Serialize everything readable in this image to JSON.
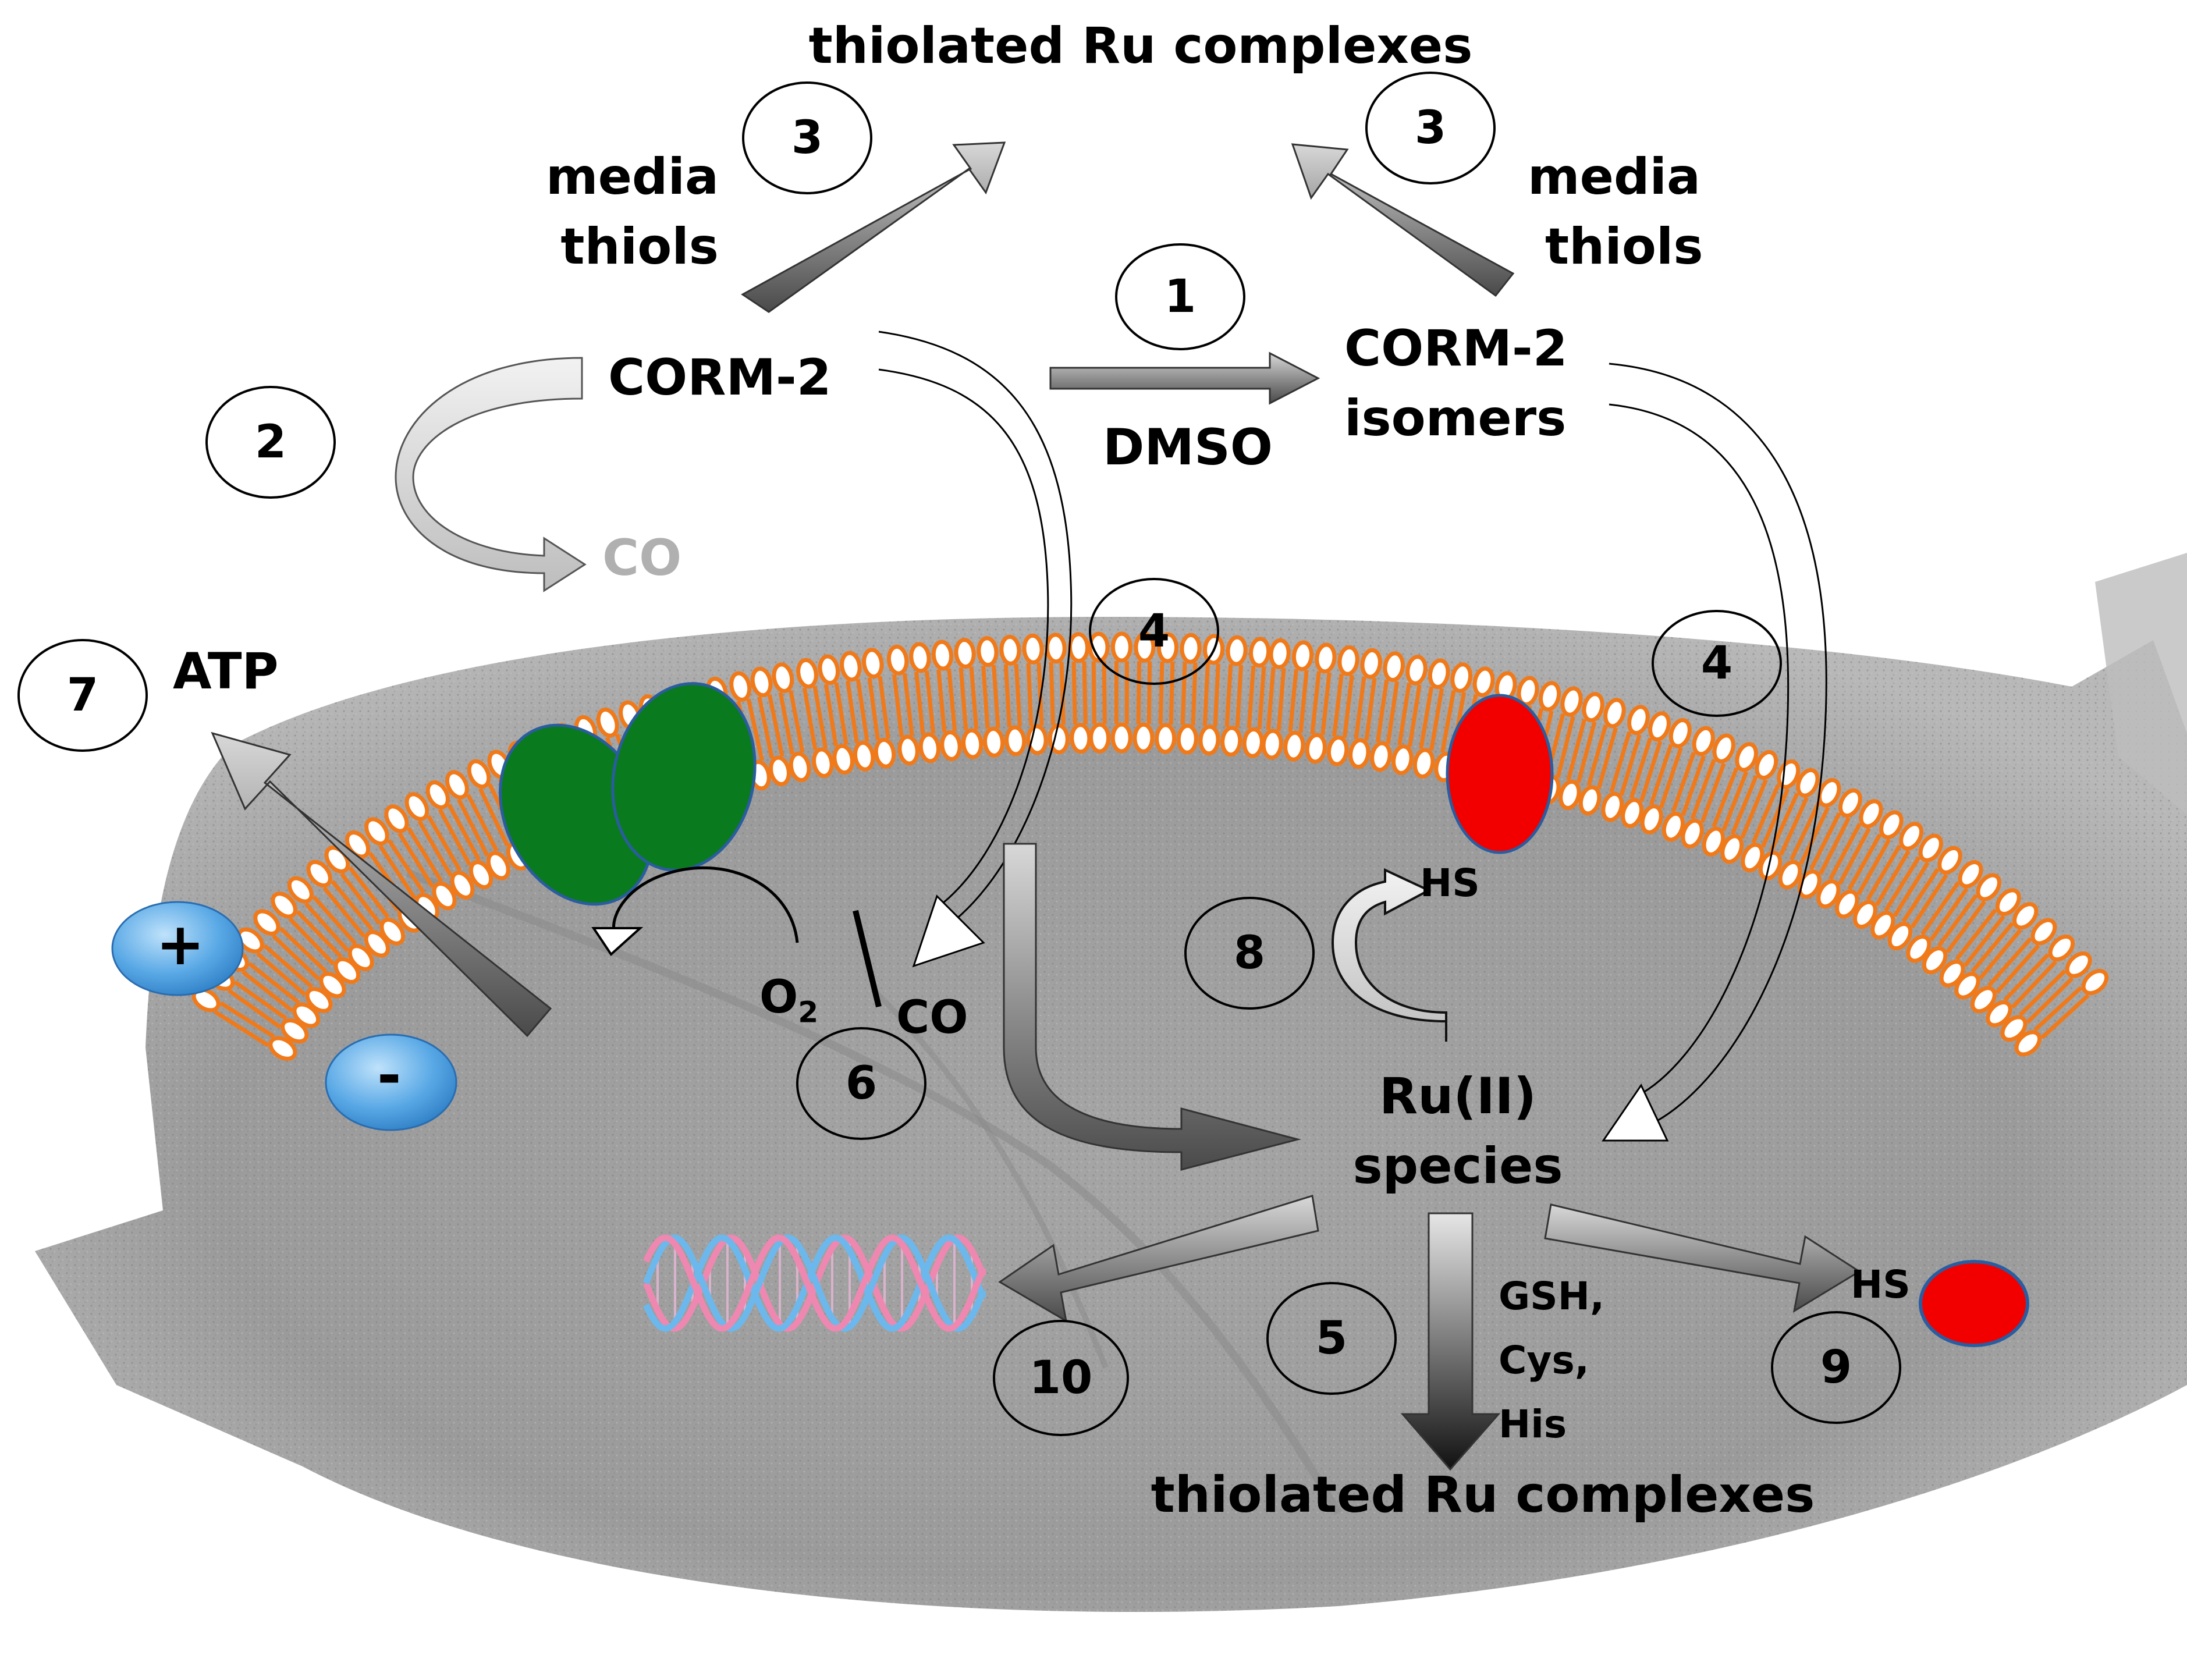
{
  "labels": {
    "top_products": "thiolated Ru complexes",
    "media_thiols_left_1": "media",
    "media_thiols_left_2": "thiols",
    "media_thiols_right_1": "media",
    "media_thiols_right_2": "thiols",
    "corm2": "CORM-2",
    "dmso": "DMSO",
    "corm2_isomers_1": "CORM-2",
    "corm2_isomers_2": "isomers",
    "co_released": "CO",
    "atp": "ATP",
    "plus": "+",
    "minus": "-",
    "o2": "O",
    "o2_sub": "2",
    "co_inhibit": "CO",
    "hs_membrane": "HS",
    "ru_species_1": "Ru(II)",
    "ru_species_2": "species",
    "gsh": "GSH,",
    "cys": "Cys,",
    "his": "His",
    "hs_protein": "HS",
    "bottom_products": "thiolated Ru complexes"
  },
  "steps": [
    "1",
    "2",
    "3",
    "3",
    "4",
    "4",
    "5",
    "6",
    "7",
    "8",
    "9",
    "10"
  ],
  "colors": {
    "membrane_orange": "#f07a1a",
    "green_protein": "#0a7a1e",
    "red_protein": "#f20000",
    "ion_blue": "#4aa6e8",
    "dna_pink": "#ee88b0",
    "dna_blue": "#6cb8ec",
    "cell_gray": "#9a9a9a"
  },
  "icons": [
    "green-transporter-icon",
    "red-membrane-protein-icon",
    "dna-helix-icon",
    "red-intracellular-protein-icon",
    "cation-icon",
    "anion-icon"
  ]
}
